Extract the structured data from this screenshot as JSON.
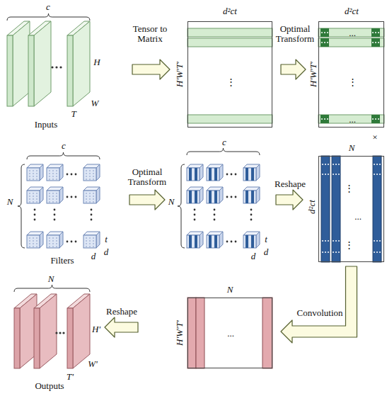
{
  "diagram": {
    "nodes": [
      {
        "text": [
          "Inputs"
        ]
      },
      {
        "text": [
          "⋮"
        ]
      },
      {
        "text": [
          "...",
          "⋮",
          "..."
        ]
      },
      {
        "text": [
          "Filters"
        ]
      },
      {
        "text": [
          "c"
        ]
      },
      {
        "text": [
          "⋮",
          "⋮",
          "..."
        ]
      },
      {
        "text": [
          "..."
        ]
      },
      {
        "text": [
          "Outputs"
        ]
      }
    ],
    "edges": [
      {
        "from": 0,
        "to": 1,
        "arrow": "to",
        "label": "Tensor to Matrix"
      },
      {
        "from": 1,
        "to": 2,
        "arrow": "to",
        "label": "Optimal Transform"
      },
      {
        "from": 3,
        "to": 4,
        "arrow": "to",
        "label": "Optimal Transform"
      },
      {
        "from": 4,
        "to": 5,
        "arrow": "to",
        "label": "Reshape"
      },
      {
        "from": 5,
        "to": 6,
        "arrow": "to",
        "label": "Convolution"
      },
      {
        "from": 6,
        "to": 7,
        "arrow": "to",
        "label": "Reshape"
      }
    ],
    "labels": [
      "c",
      "H",
      "W",
      "T",
      "d²ct",
      "H'W'T'",
      "d²ct",
      "H'W'T'",
      "×",
      "c",
      "N",
      "t",
      "d",
      "d",
      "N",
      "t",
      "d",
      "d",
      "N",
      "d²ct",
      "N",
      "H'",
      "W'",
      "T'",
      "N",
      "H'W'T'"
    ]
  }
}
